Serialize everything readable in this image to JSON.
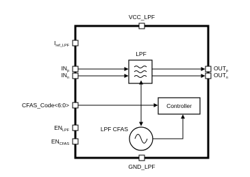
{
  "pins": {
    "vcc": "VCC_LPF",
    "gnd": "GND_LPF",
    "iref_main": "I",
    "iref_sub": "ref_LPF",
    "in_main": "IN",
    "in_p_sub": "p",
    "in_n_sub": "n",
    "out_main": "OUT",
    "out_p_sub": "p",
    "out_n_sub": "n",
    "cfas_code": "CFAS_Code<6:0>",
    "en_main": "EN",
    "en_lpf_sub": "LPF",
    "en_cfas_sub": "CFAS"
  },
  "blocks": {
    "lpf": "LPF",
    "controller": "Controller",
    "lpf_cfas": "LPF CFAS"
  }
}
